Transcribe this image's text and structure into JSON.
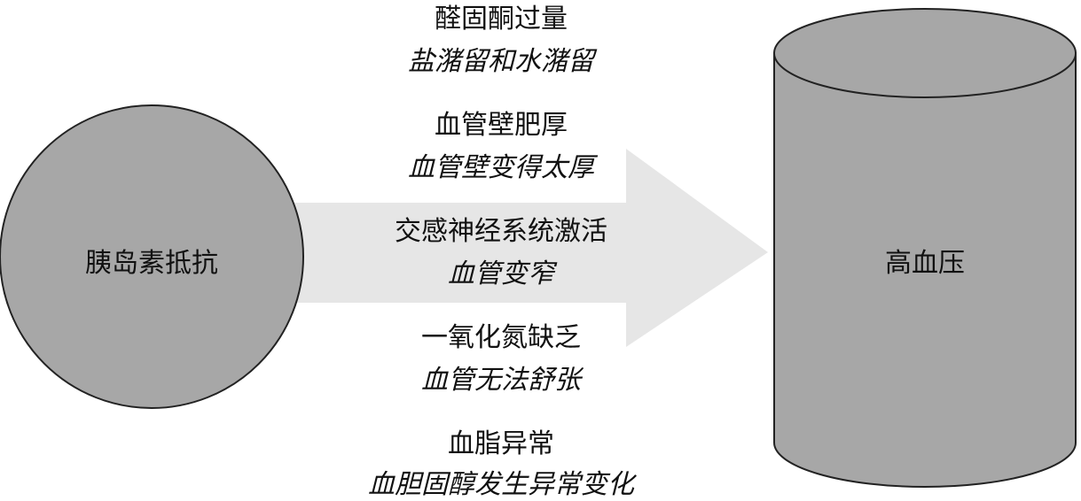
{
  "source_node": {
    "label": "胰岛素抵抗"
  },
  "target_node": {
    "label": "高血压"
  },
  "mechanisms": [
    {
      "cause": "醛固酮过量",
      "effect": "盐潴留和水潴留"
    },
    {
      "cause": "血管壁肥厚",
      "effect": "血管壁变得太厚"
    },
    {
      "cause": "交感神经系统激活",
      "effect": "血管变窄"
    },
    {
      "cause": "一氧化氮缺乏",
      "effect": "血管无法舒张"
    },
    {
      "cause": "血脂异常",
      "effect": "血胆固醇发生异常变化"
    }
  ],
  "colors": {
    "shape_fill": "#a7a7a7",
    "arrow_fill": "#e6e6e6",
    "stroke": "#222222"
  }
}
